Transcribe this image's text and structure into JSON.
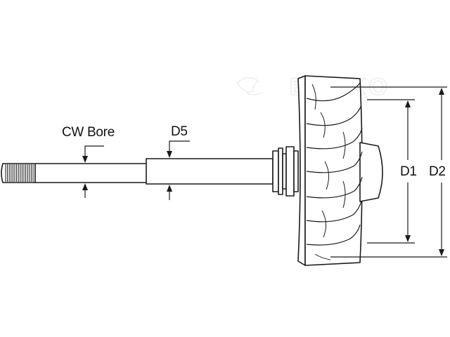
{
  "diagram": {
    "labels": {
      "cw_bore": "CW Bore",
      "d5": "D5",
      "d1": "D1",
      "d2": "D2"
    },
    "watermark": "EVOKO"
  }
}
